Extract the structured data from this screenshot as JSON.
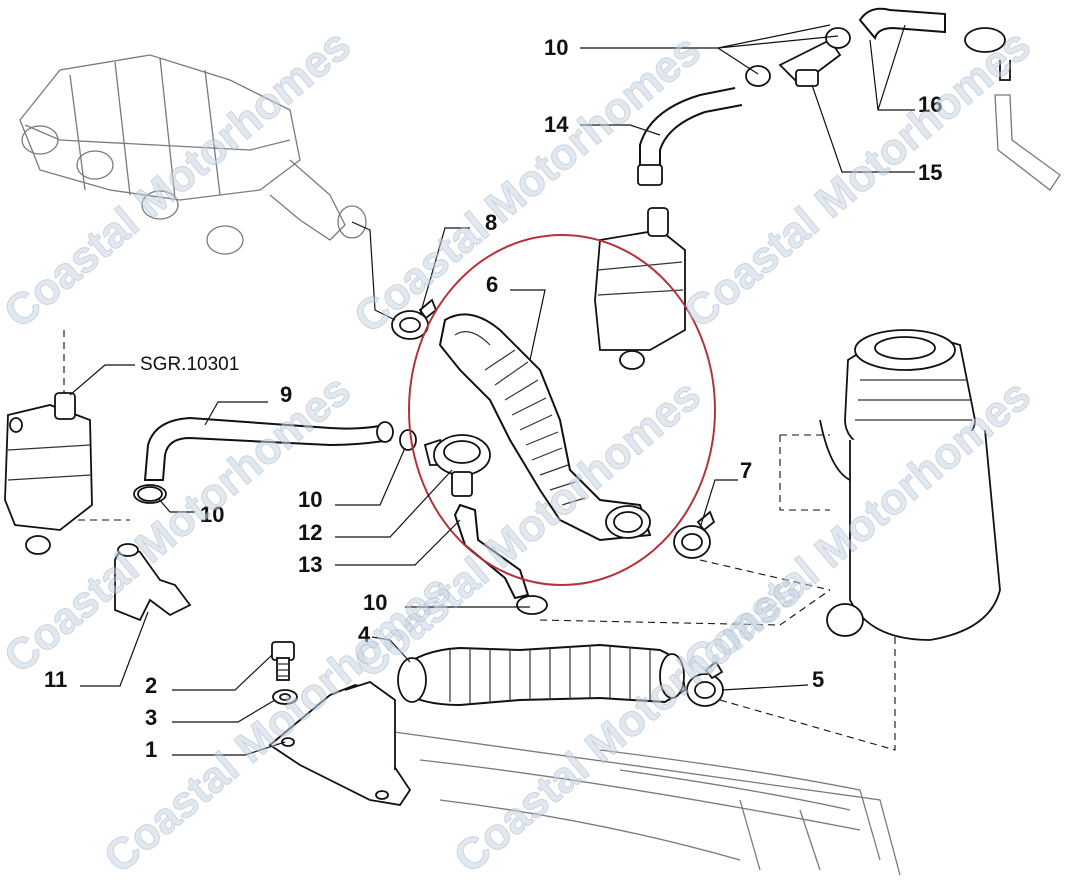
{
  "diagram": {
    "watermark": "Coastal Motorhomes",
    "callouts": {
      "c1": "1",
      "c2": "2",
      "c3": "3",
      "c4": "4",
      "c5": "5",
      "c6": "6",
      "c7": "7",
      "c8": "8",
      "c9": "9",
      "c10a": "10",
      "c10b": "10",
      "c10c": "10",
      "c10d": "10",
      "c11": "11",
      "c12": "12",
      "c13": "13",
      "c14": "14",
      "c15": "15",
      "c16": "16",
      "sgr": "SGR.10301"
    },
    "colors": {
      "highlight_ring": "#b5323a",
      "ink": "#111111",
      "ghost_ink": "#7a7a7a",
      "watermark": "#c9d6e3"
    }
  }
}
